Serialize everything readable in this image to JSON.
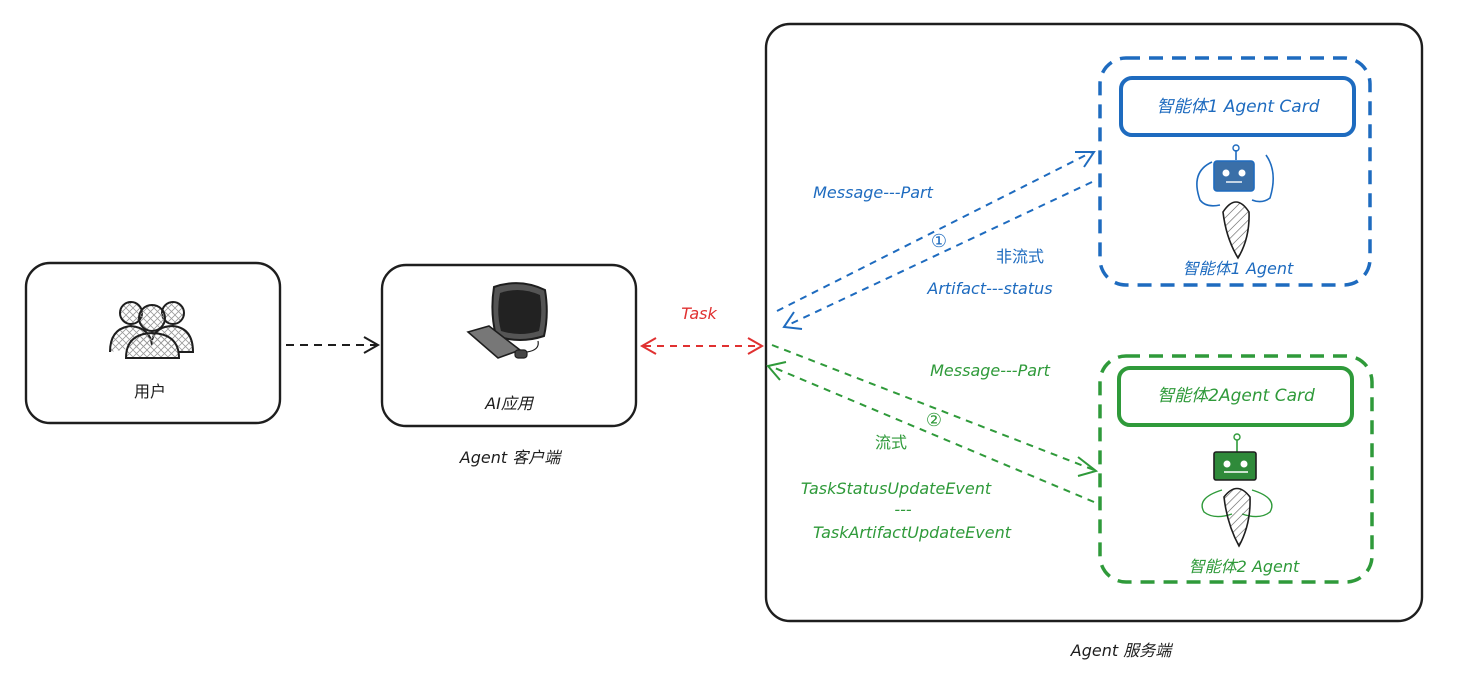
{
  "user_box": {
    "label": "用户"
  },
  "client": {
    "app_label": "AI应用",
    "caption": "Agent 客户端"
  },
  "server": {
    "caption": "Agent 服务端",
    "agent1": {
      "card_label": "智能体1 Agent Card",
      "name": "智能体1 Agent"
    },
    "agent2": {
      "card_label": "智能体2Agent Card",
      "name": "智能体2 Agent"
    }
  },
  "task_label": "Task",
  "flow1": {
    "marker": "①",
    "request_label": "Message---Part",
    "mode_label": "非流式",
    "response_label": "Artifact---status"
  },
  "flow2": {
    "marker": "②",
    "request_label": "Message---Part",
    "mode_label": "流式",
    "event1_label": "TaskStatusUpdateEvent",
    "separator_label": "---",
    "event2_label": "TaskArtifactUpdateEvent"
  },
  "colors": {
    "blue": "#1e6bbf",
    "green": "#2f9a3a",
    "red": "#e03131",
    "ink": "#1e1e1e"
  }
}
